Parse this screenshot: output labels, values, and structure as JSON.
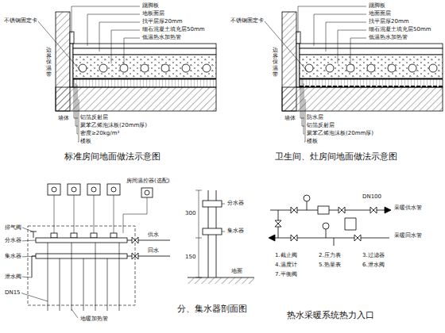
{
  "diagram": {
    "labels": [
      "踢脚板",
      "地板面层",
      "找平层厚20mm",
      "细石混凝土填充层50mm",
      "低温热水加热管",
      "不锈钢固定卡",
      "边界保温带",
      "墙体",
      "铝箔反射层",
      "聚苯乙烯泡沫板(20mm厚)",
      "密度≥20kg/m³",
      "楼板",
      "标准房间地面做法示意图",
      "踢脚板",
      "地面面层",
      "找平层厚20mm",
      "细石混凝土填充层50mm",
      "低温热水加热管",
      "不锈钢固定卡",
      "边界保温带",
      "墙体",
      "防水层",
      "铝箔反射层",
      "聚苯乙烯泡沫板(20mm厚)",
      "楼板",
      "卫生间、灶房间地面做法示意图",
      "房间温控器(选配)",
      "排气阀",
      "分水器",
      "集水器",
      "泄水阀",
      "DN15",
      "供水",
      "回水",
      "地暖加热管",
      "分水器",
      "集水器",
      "地面",
      "300",
      "150",
      "分、集水器剖面图",
      "DN100",
      "采暖供水管",
      "采暖回水管",
      "1.截止阀",
      "2.压力表",
      "3.过滤器",
      "4.温度计",
      "5.热量表",
      "6.泄水阀",
      "7.平衡阀",
      "热水采暖系统热力入口"
    ]
  }
}
